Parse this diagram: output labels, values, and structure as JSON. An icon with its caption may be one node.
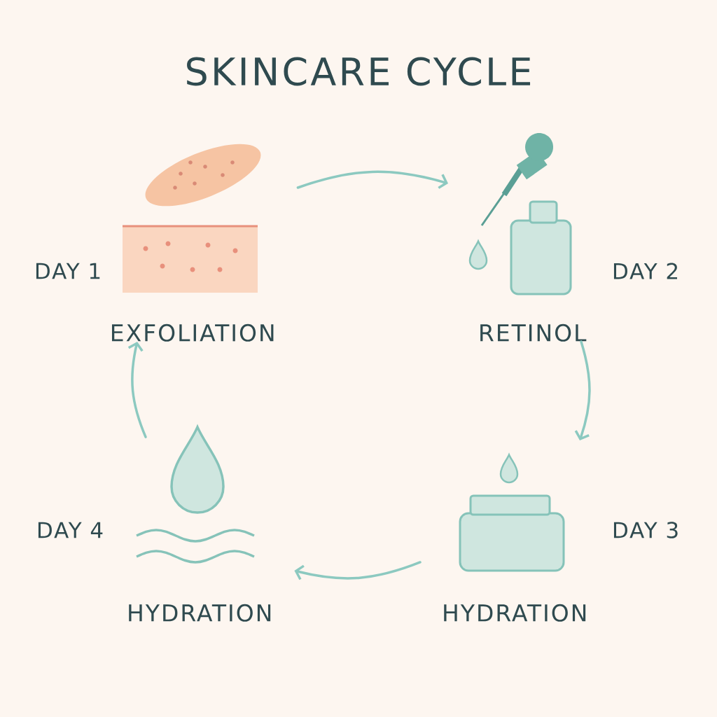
{
  "diagram": {
    "title": "SKINCARE CYCLE",
    "nodes": [
      {
        "text": [
          "EXFOLIATION"
        ],
        "beside": [
          "DAY 1"
        ]
      },
      {
        "text": [
          "RETINOL"
        ],
        "beside": [
          "DAY 2"
        ]
      },
      {
        "text": [
          "HYDRATION"
        ],
        "beside": [
          "DAY 3"
        ]
      },
      {
        "text": [
          "HYDRATION"
        ],
        "beside": [
          "DAY 4"
        ]
      }
    ],
    "edges": [
      {
        "from": 0,
        "to": 1,
        "arrow": "to"
      },
      {
        "from": 1,
        "to": 2,
        "arrow": "to"
      },
      {
        "from": 2,
        "to": 3,
        "arrow": "to"
      },
      {
        "from": 3,
        "to": 0,
        "arrow": "to"
      }
    ]
  }
}
